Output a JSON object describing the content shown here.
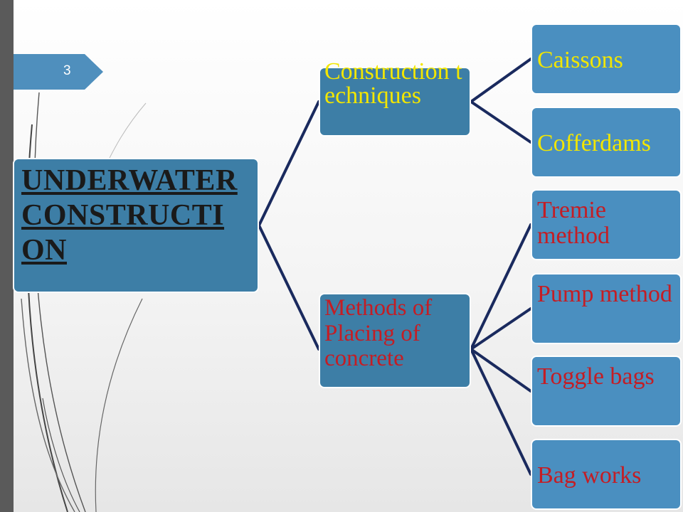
{
  "slide": {
    "number": "3"
  },
  "diagram": {
    "root": "UNDERWATER CONSTRUCTION",
    "branches": [
      {
        "label": "Construction techniques",
        "children": [
          "Caissons",
          "Cofferdams"
        ]
      },
      {
        "label": "Methods of Placing of concrete",
        "children": [
          "Tremie method",
          "Pump method",
          "Toggle bags",
          "Bag works"
        ]
      }
    ]
  },
  "colors": {
    "box_fill": "#3d7ea6",
    "leaf_fill": "#4a8fc0",
    "connector": "#1a2a5e",
    "yellow_text": "#f2e600",
    "red_text": "#c41d24",
    "slide_tab": "#4f8fbd"
  }
}
